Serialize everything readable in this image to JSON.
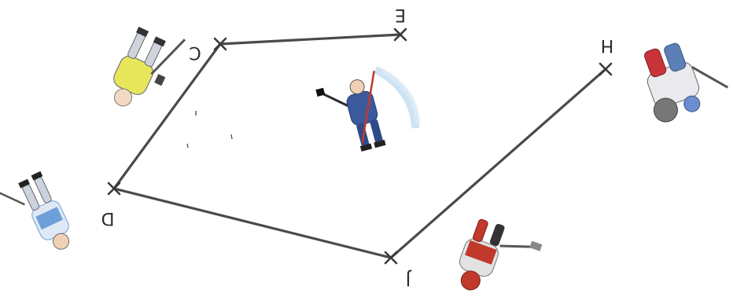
{
  "labels": {
    "c": "C",
    "e": "E",
    "h": "H",
    "d": "D",
    "j": "J"
  },
  "players": [
    {
      "name": "hockey-player-yellow",
      "color": "#e8e65a"
    },
    {
      "name": "hockey-player-blue-center",
      "color": "#3b5a9e"
    },
    {
      "name": "hockey-goalie-red",
      "color": "#c9333a"
    },
    {
      "name": "hockey-player-blue-left",
      "color": "#6f9fd8"
    },
    {
      "name": "hockey-player-red-bottom",
      "color": "#c0392b"
    }
  ],
  "colors": {
    "line": "#4a4a4a",
    "label": "#2b2b2b"
  }
}
